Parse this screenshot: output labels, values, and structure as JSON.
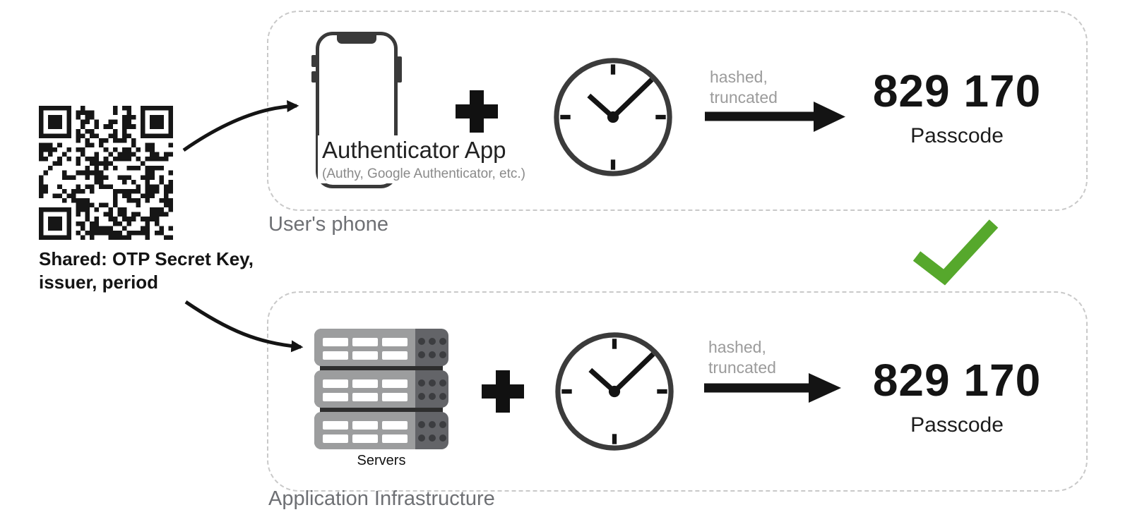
{
  "diagram": {
    "shared_secret": {
      "icon": "qr-code",
      "caption": "Shared: OTP Secret Key,\nissuer, period"
    },
    "user_lane": {
      "box_label": "User's phone",
      "app_title": "Authenticator App",
      "app_subtitle": "(Authy, Google Authenticator, etc.)",
      "operator": "+",
      "time_icon": "clock",
      "transform_label": "hashed,\ntruncated",
      "passcode": "829 170",
      "passcode_label": "Passcode"
    },
    "server_lane": {
      "box_label": "Application Infrastructure",
      "servers_caption": "Servers",
      "operator": "+",
      "time_icon": "clock",
      "transform_label": "hashed,\ntruncated",
      "passcode": "829 170",
      "passcode_label": "Passcode"
    },
    "match": {
      "icon": "green-checkmark",
      "color": "#56a82c"
    },
    "colors": {
      "dashed_border": "#c9c9c9",
      "lane_label_gray": "#6e7074",
      "transform_gray": "#9b9b9b",
      "ink": "#141414",
      "server_light": "#9c9d9e",
      "server_dark": "#636468"
    }
  }
}
